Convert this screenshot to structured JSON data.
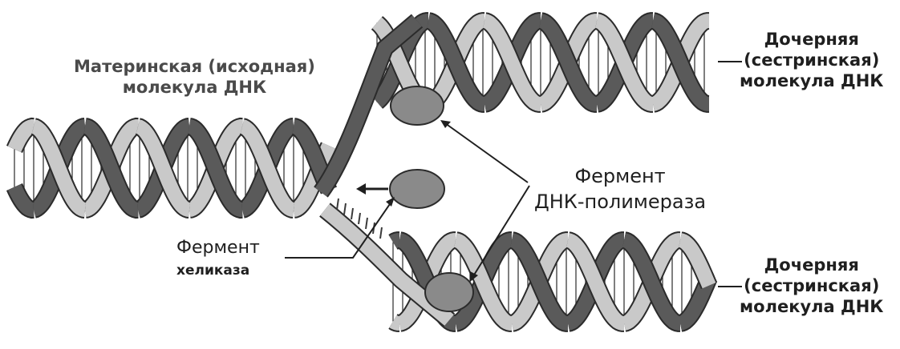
{
  "labels": {
    "parent": {
      "line1": "Материнская  (исходная)",
      "line2": "молекула ДНК"
    },
    "daughter_top": {
      "line1": "Дочерняя",
      "line2": "(сестринская)",
      "line3": "молекула ДНК"
    },
    "daughter_bottom": {
      "line1": "Дочерняя",
      "line2": "(сестринская)",
      "line3": "молекула ДНК"
    },
    "polymerase": {
      "line1": "Фермент",
      "line2": "ДНК-полимераза"
    },
    "helicase": {
      "line1": "Фермент",
      "line2": "хеликаза"
    }
  },
  "colors": {
    "strand_dark": "#5a5a5a",
    "strand_light": "#c9c9c9",
    "strand_outline": "#2b2b2b",
    "enzyme": "#8a8a8a",
    "rung": "#3a3a3a",
    "label_gray": "#4a4a4a",
    "label_dark": "#1f1f1f"
  }
}
